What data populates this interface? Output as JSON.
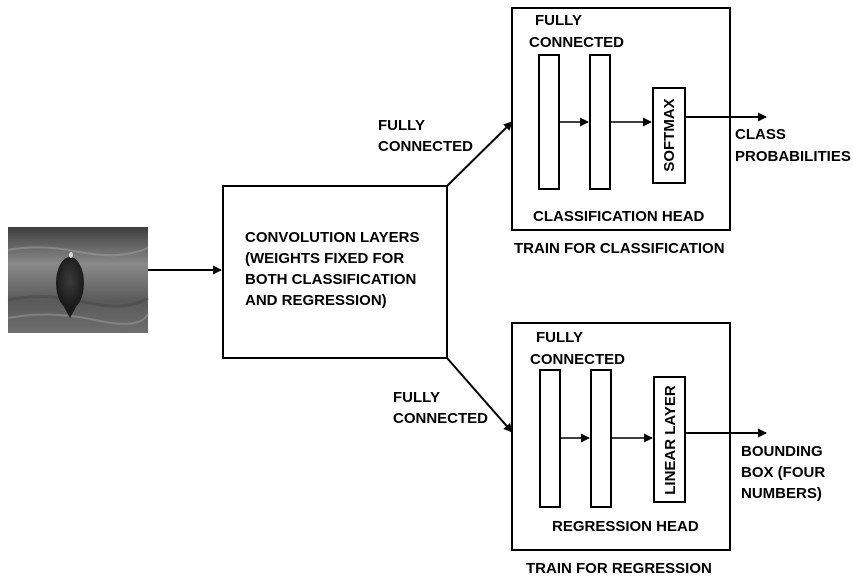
{
  "input_image": {
    "description_icon": "fish-photo"
  },
  "conv_block": {
    "lines": [
      "CONVOLUTION LAYERS",
      "(WEIGHTS FIXED FOR",
      "BOTH CLASSIFICATION",
      "AND REGRESSION)"
    ]
  },
  "upper_connector": {
    "lines": [
      "FULLY",
      "CONNECTED"
    ]
  },
  "lower_connector": {
    "lines": [
      "FULLY",
      "CONNECTED"
    ]
  },
  "classification_head": {
    "fc_lines": [
      "FULLY",
      "CONNECTED"
    ],
    "final_layer": "SOFTMAX",
    "head_label": "CLASSIFICATION HEAD",
    "caption": "TRAIN FOR CLASSIFICATION",
    "output_lines": [
      "CLASS",
      "PROBABILITIES"
    ]
  },
  "regression_head": {
    "fc_lines": [
      "FULLY",
      "CONNECTED"
    ],
    "final_layer": "LINEAR LAYER",
    "head_label": "REGRESSION HEAD",
    "caption": "TRAIN FOR REGRESSION",
    "output_lines": [
      "BOUNDING",
      "BOX (FOUR",
      "NUMBERS)"
    ]
  }
}
